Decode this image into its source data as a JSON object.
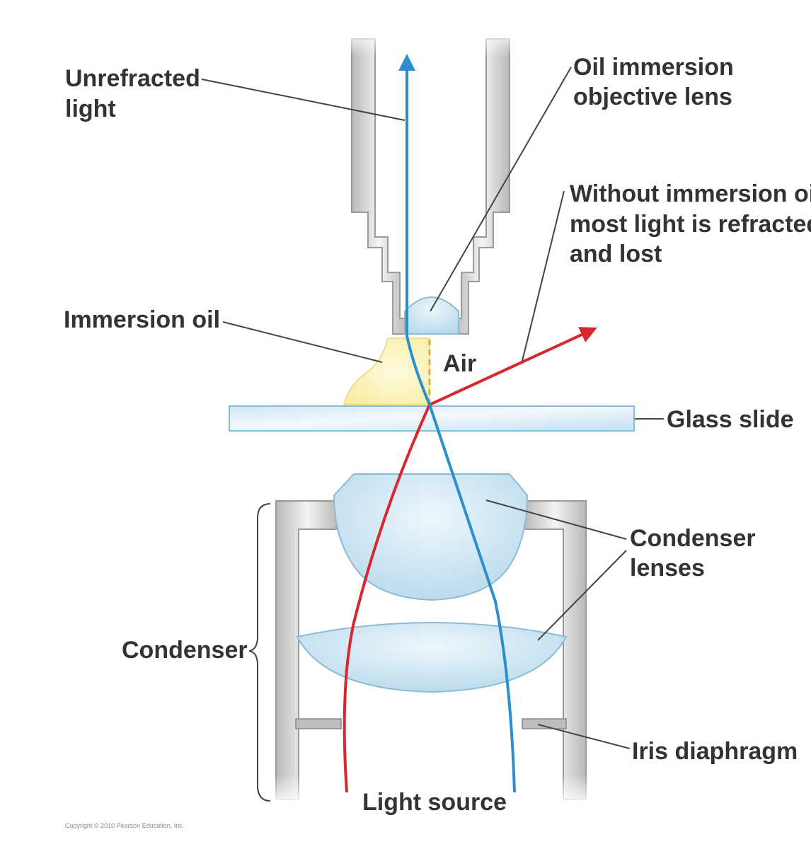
{
  "labels": {
    "unrefracted_line1": "Unrefracted",
    "unrefracted_line2": "light",
    "objective_line1": "Oil immersion",
    "objective_line2": "objective lens",
    "without_oil_line1": "Without immersion oil,",
    "without_oil_line2": "most light is refracted",
    "without_oil_line3": "and lost",
    "immersion_oil": "Immersion oil",
    "air": "Air",
    "glass_slide": "Glass slide",
    "condenser_lenses_line1": "Condenser",
    "condenser_lenses_line2": "lenses",
    "condenser": "Condenser",
    "iris_diaphragm": "Iris diaphragm",
    "light_source": "Light source"
  },
  "copyright": "Copyright © 2010 Pearson Education, Inc.",
  "colors": {
    "unrefracted_ray": "#2b8fcf",
    "refracted_ray": "#d9262f",
    "immersion_oil": "#fbf2b0",
    "lens": "#cfe6f3",
    "metal": "#c9c9c9"
  }
}
